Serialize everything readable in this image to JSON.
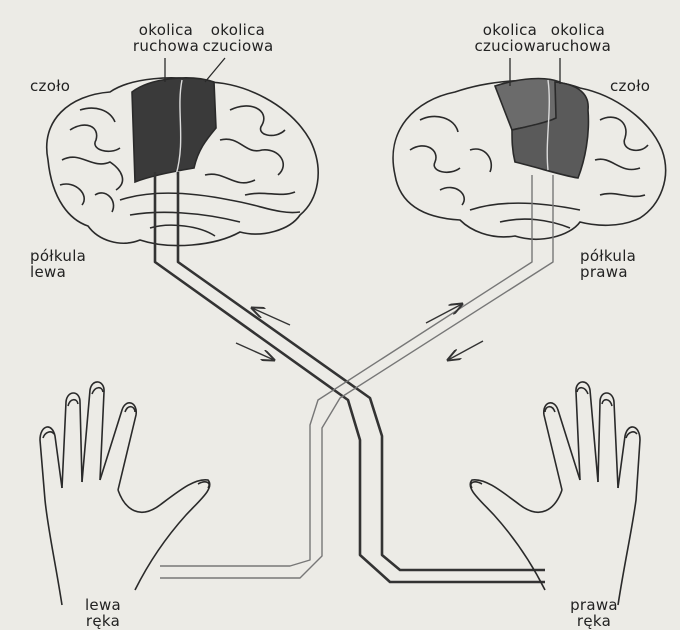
{
  "labels": {
    "left_motor": [
      "okolica",
      "ruchowa"
    ],
    "left_sensory": [
      "okolica",
      "czuciowa"
    ],
    "right_sensory": [
      "okolica",
      "czuciowa"
    ],
    "right_motor": [
      "okolica",
      "ruchowa"
    ],
    "front_left": "czoło",
    "front_right": "czoło",
    "hemisphere_left": [
      "półkula",
      "lewa"
    ],
    "hemisphere_right": [
      "półkula",
      "prawa"
    ],
    "hand_left": [
      "lewa",
      "ręka"
    ],
    "hand_right": [
      "prawa",
      "ręka"
    ]
  },
  "colors": {
    "background": "#ecebe6",
    "ink": "#222222",
    "motor_area_left": "#3a3a3a",
    "motor_area_right": "#5a5a5a",
    "sensory_area": "#6b6b6b"
  },
  "icons": [
    "left-brain-hemisphere",
    "right-brain-hemisphere",
    "left-hand",
    "right-hand",
    "arrow-icon"
  ]
}
